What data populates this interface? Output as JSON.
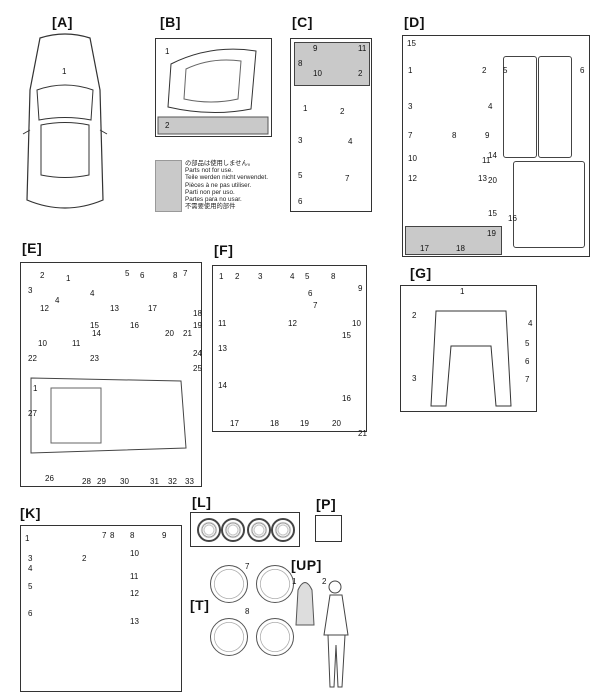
{
  "sprues": {
    "A": {
      "label": "[A]",
      "parts": [
        "1"
      ]
    },
    "B": {
      "label": "[B]",
      "parts": [
        "1",
        "2"
      ]
    },
    "C": {
      "label": "[C]",
      "parts": [
        "9",
        "11",
        "8",
        "10",
        "2",
        "1",
        "2",
        "3",
        "4",
        "5",
        "6",
        "7"
      ]
    },
    "D": {
      "label": "[D]",
      "parts": [
        "15",
        "1",
        "2",
        "5",
        "6",
        "3",
        "4",
        "7",
        "8",
        "9",
        "10",
        "11",
        "14",
        "12",
        "13",
        "20",
        "15",
        "16",
        "17",
        "18",
        "19"
      ]
    },
    "E": {
      "label": "[E]",
      "parts": [
        "2",
        "1",
        "5",
        "6",
        "8",
        "7",
        "3",
        "4",
        "4",
        "12",
        "13",
        "17",
        "18",
        "15",
        "16",
        "14",
        "19",
        "20",
        "21",
        "10",
        "11",
        "24",
        "22",
        "23",
        "25",
        "1",
        "27",
        "26",
        "28",
        "29",
        "30",
        "31",
        "32",
        "33"
      ]
    },
    "F": {
      "label": "[F]",
      "parts": [
        "1",
        "2",
        "3",
        "4",
        "5",
        "8",
        "9",
        "6",
        "7",
        "11",
        "12",
        "10",
        "13",
        "15",
        "14",
        "16",
        "17",
        "18",
        "19",
        "20",
        "21"
      ]
    },
    "G": {
      "label": "[G]",
      "parts": [
        "1",
        "2",
        "4",
        "3",
        "5",
        "6",
        "7"
      ]
    },
    "K": {
      "label": "[K]",
      "parts": [
        "1",
        "7",
        "8",
        "8",
        "9",
        "2",
        "3",
        "4",
        "10",
        "11",
        "5",
        "12",
        "6",
        "13"
      ]
    },
    "L": {
      "label": "[L]",
      "parts": []
    },
    "P": {
      "label": "[P]",
      "parts": []
    },
    "T": {
      "label": "[T]",
      "parts": [
        "7",
        "8"
      ]
    },
    "UP": {
      "label": "[UP]",
      "parts": [
        "1",
        "2"
      ]
    }
  },
  "legend": {
    "lines": [
      "の部品は使用しません。",
      "Parts not for use.",
      "Teile werden nicht verwendet.",
      "Pièces à ne pas utiliser.",
      "Parti non per uso.",
      "Partes para no usar.",
      "不需要使用的部件"
    ],
    "color": "#c9c9c9"
  }
}
